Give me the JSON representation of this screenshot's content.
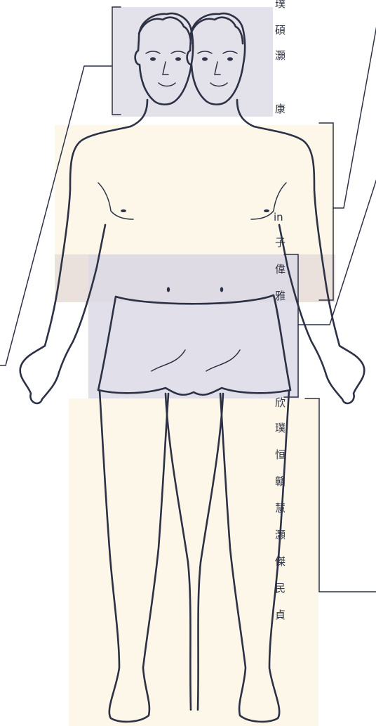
{
  "colors": {
    "outline": "#2c3145",
    "head_region": "#e3e1ea",
    "torso_region": "#fdf7ea",
    "hip_region": "#dcd9e5",
    "waist_band": "#e9e0d9",
    "legs_region": "#fdf7ea",
    "shorts_fill": "#d9d7e3",
    "skin_fill": "#fdf7ea",
    "text": "#2f3446"
  },
  "side_labels": [
    {
      "text": "璞"
    },
    {
      "text": "碩"
    },
    {
      "text": "灝"
    },
    {
      "text": "康"
    },
    {
      "text": "in"
    },
    {
      "text": "子"
    },
    {
      "text": "偉"
    },
    {
      "text": "雅"
    },
    {
      "text": "欣"
    },
    {
      "text": "璞"
    },
    {
      "text": "恒"
    },
    {
      "text": "贛"
    },
    {
      "text": "慧"
    },
    {
      "text": "灝"
    },
    {
      "text": "傑"
    },
    {
      "text": "民"
    },
    {
      "text": "貞"
    }
  ],
  "icons": {
    "body": "human-body-figure",
    "face": "face-icon"
  }
}
